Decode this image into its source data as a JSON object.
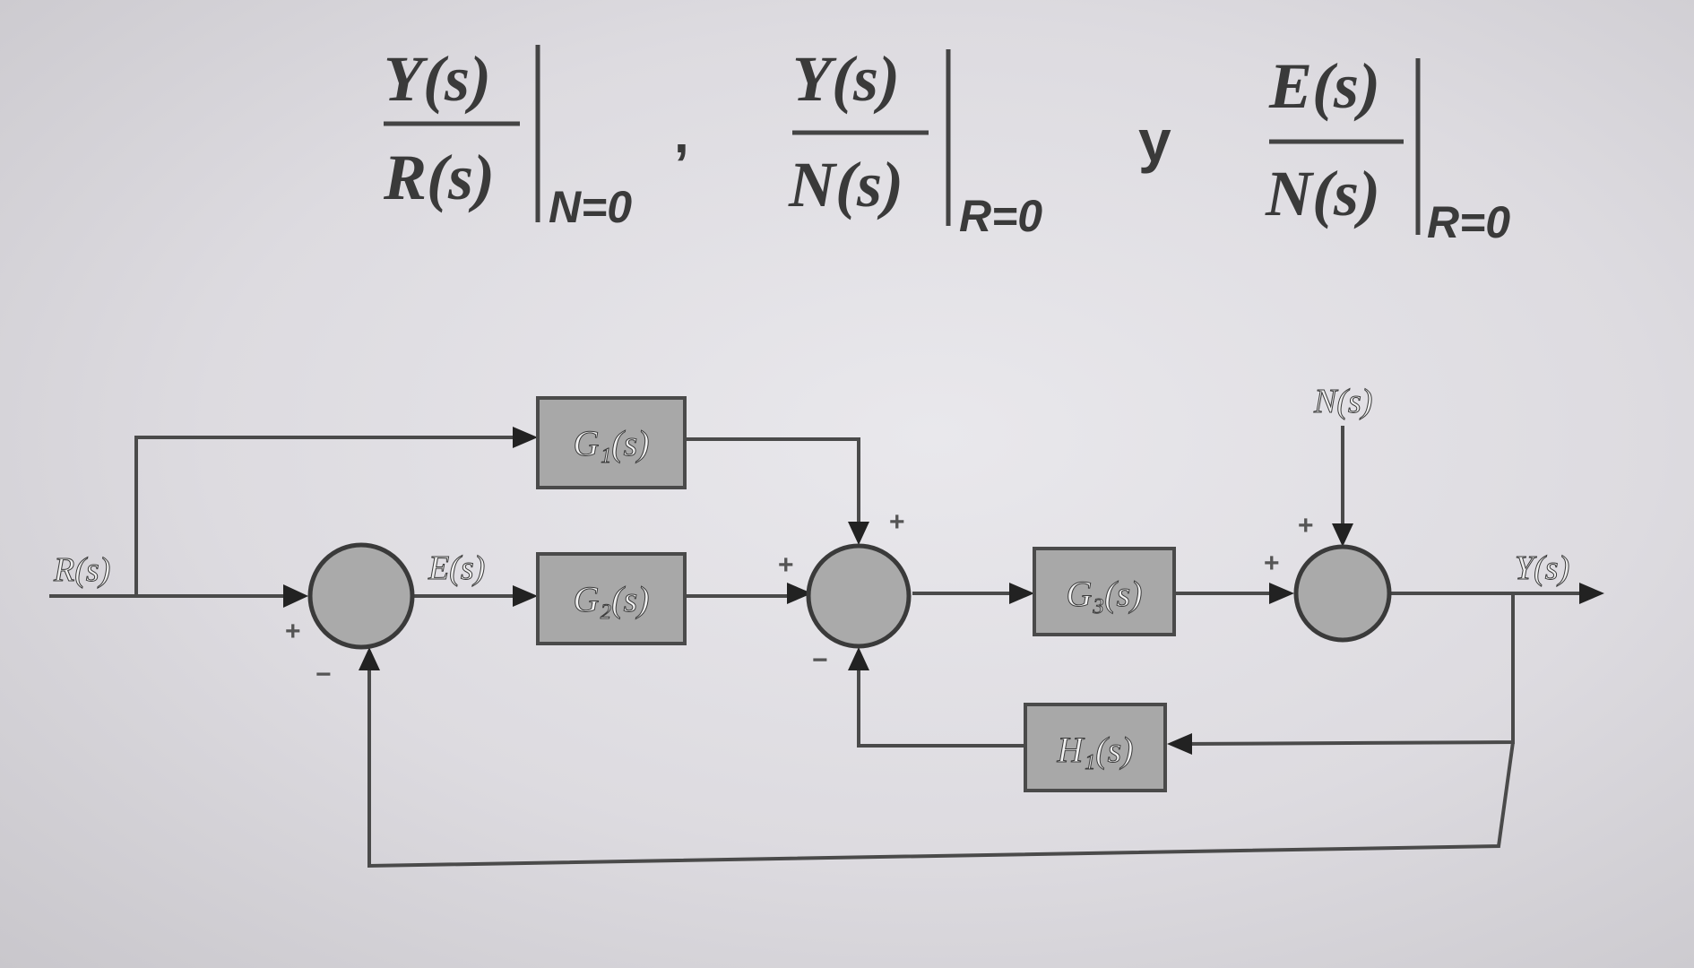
{
  "equations": [
    {
      "numerator": "Y(s)",
      "denominator": "R(s)",
      "condition": "N=0",
      "separator": ","
    },
    {
      "numerator": "Y(s)",
      "denominator": "N(s)",
      "condition": "R=0",
      "separator": "y"
    },
    {
      "numerator": "E(s)",
      "denominator": "N(s)",
      "condition": "R=0",
      "separator": ""
    }
  ],
  "blocks": {
    "g1": "G₁(s)",
    "g2": "G₂(s)",
    "g3": "G₃(s)",
    "h1": "H₁(s)"
  },
  "signals": {
    "input": "R(s)",
    "error": "E(s)",
    "disturbance": "N(s)",
    "output": "Y(s)"
  },
  "signs": {
    "sum1_top": "+",
    "sum1_bottom": "−",
    "sum2_left": "+",
    "sum2_top": "+",
    "sum2_bottom": "−",
    "sum3_left": "+",
    "sum3_top": "+"
  },
  "colors": {
    "block_fill": "#a8a8a8",
    "wire": "#4a4a4a",
    "background": "#e6e5e9"
  }
}
